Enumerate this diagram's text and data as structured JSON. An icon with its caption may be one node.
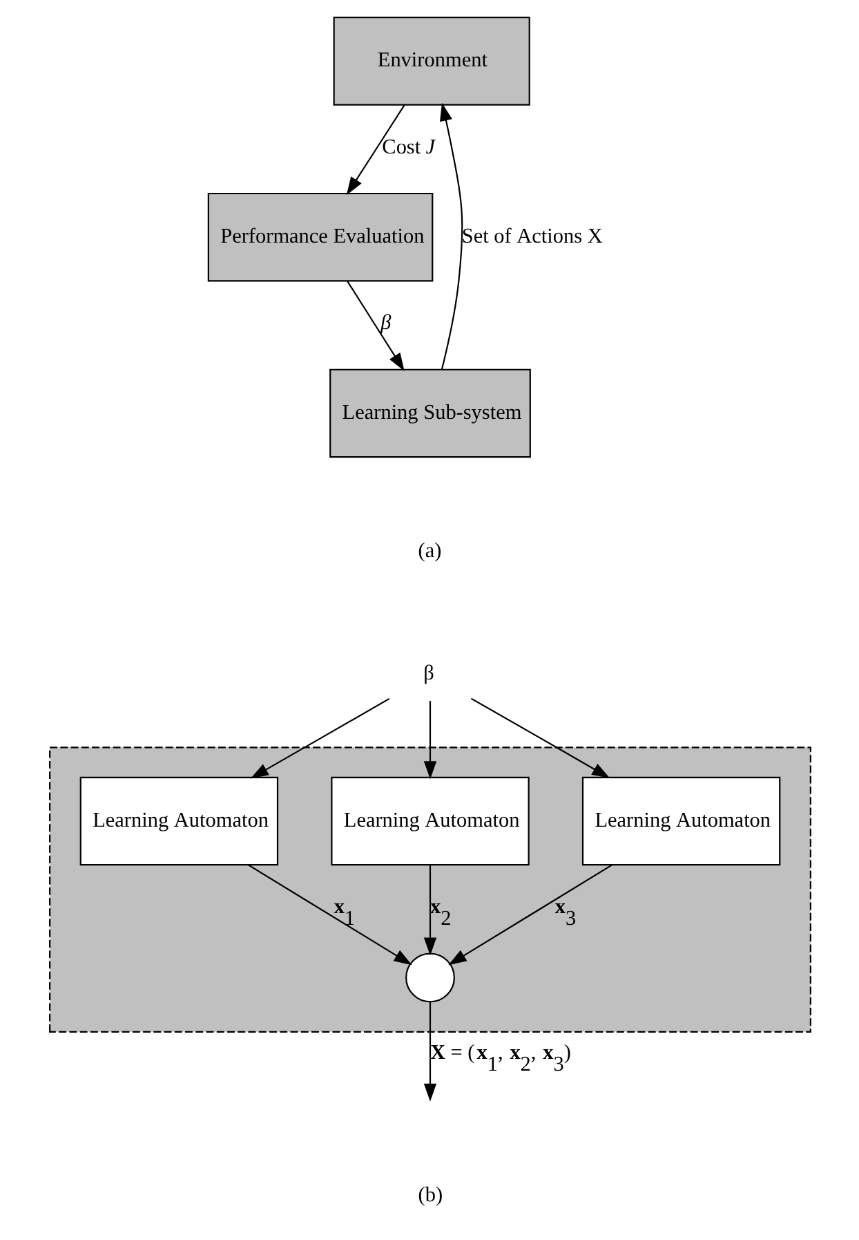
{
  "diagram": {
    "nodes": [
      {
        "text": [
          "Environment"
        ]
      },
      {
        "text": [
          "Performance Evaluation"
        ]
      },
      {
        "text": [
          "Learning Sub-system"
        ]
      },
      {
        "text": [],
        "shape": "box"
      },
      {
        "text": [
          "Learning Automaton"
        ],
        "in": 3
      },
      {
        "text": [
          "Learning Automaton"
        ],
        "in": 3
      },
      {
        "text": [
          "Learning Automaton"
        ],
        "in": 3
      },
      {
        "text": [],
        "shape": "circle",
        "in": 3
      },
      {
        "text": [
          "β"
        ]
      }
    ],
    "edges": [
      {
        "from": 0,
        "to": 1,
        "arrow": "to",
        "label": "Cost *J*"
      },
      {
        "from": 1,
        "to": 2,
        "arrow": "to",
        "label": "*β*"
      },
      {
        "from": 2,
        "to": 0,
        "arrow": "to",
        "label": "Set of Actions X"
      },
      {
        "from": 4,
        "to": 7,
        "arrow": "to",
        "label": "**x**$_{1}$"
      },
      {
        "from": 5,
        "to": 7,
        "arrow": "to",
        "label": "**x**$_{2}$"
      },
      {
        "from": 6,
        "to": 7,
        "arrow": "to",
        "label": "**x**$_{3}$"
      },
      {
        "from": 8,
        "to": 4,
        "arrow": "to"
      },
      {
        "from": 8,
        "to": 5,
        "arrow": "to"
      },
      {
        "from": 8,
        "to": 6,
        "arrow": "to"
      },
      {
        "from": 7,
        "to": null,
        "arrow": "to",
        "label": "**X** = (**x**$_{1}$, **x**$_{2}$, **x**$_{3}$)"
      }
    ],
    "labels": [
      "(a)",
      "(b)"
    ]
  }
}
